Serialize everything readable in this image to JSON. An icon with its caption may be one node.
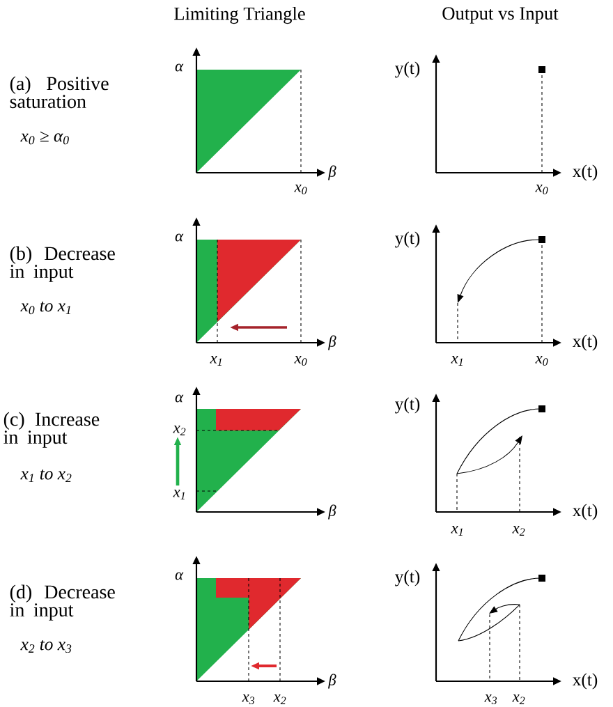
{
  "diagram": {
    "labels": [
      "Limiting Triangle",
      "Output vs Input",
      "α",
      "y(t)",
      "(a) Positive saturation",
      "x$_{0}$ ≥ α$_{0}$",
      "β",
      "x(t)",
      "x$_{0}$",
      "x$_{0}$",
      "α",
      "y(t)",
      "(b) Decrease in input",
      "x$_{0}$ to x$_{1}$",
      "β",
      "x(t)",
      "x$_{1}$",
      "x$_{0}$",
      "x$_{1}$",
      "x$_{0}$",
      "α",
      "y(t)",
      "(c) Increase in input",
      "x$_{1}$ to x$_{2}$",
      "x$_{2}$",
      "x$_{1}$",
      "β",
      "x(t)",
      "x$_{1}$",
      "x$_{2}$",
      "α",
      "y(t)",
      "(d) Decrease in input",
      "x$_{2}$ to x$_{3}$",
      "β",
      "x(t)",
      "x$_{3}$",
      "x$_{2}$",
      "x$_{3}$",
      "x$_{2}$"
    ]
  }
}
